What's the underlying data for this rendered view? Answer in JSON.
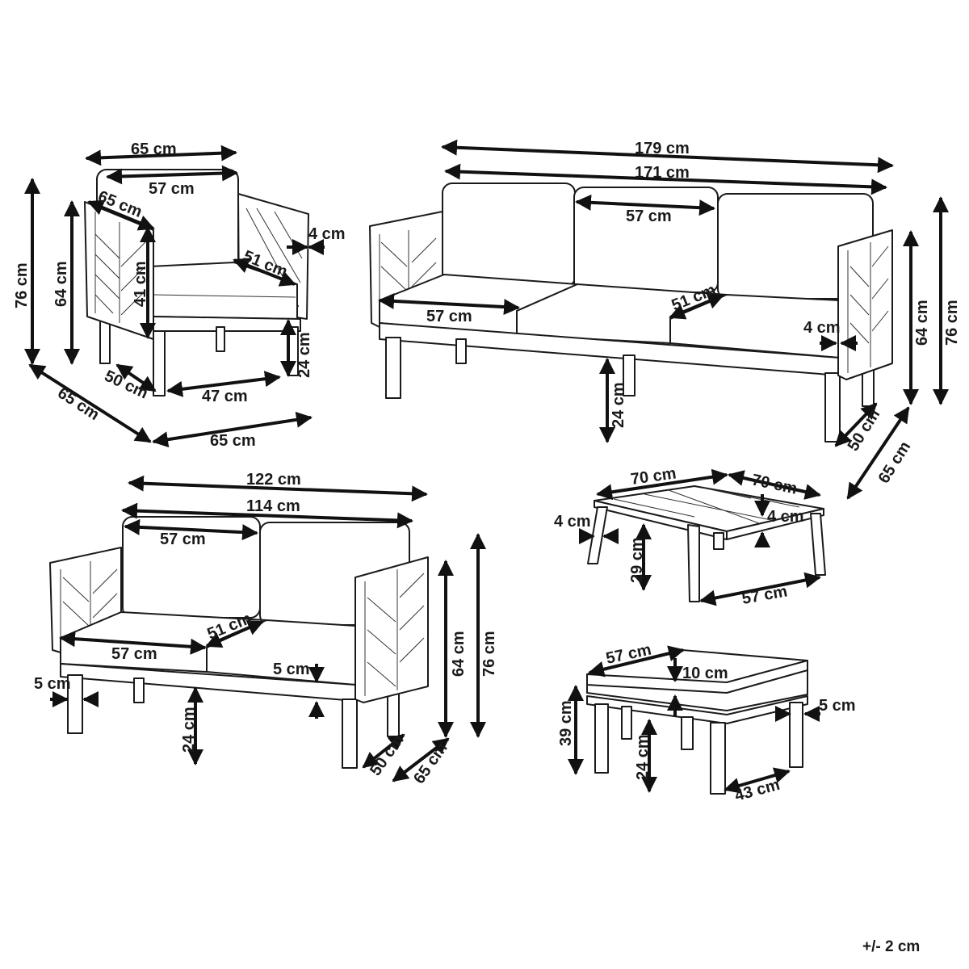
{
  "armchair": {
    "width_total": "65 cm",
    "width_inner": "57 cm",
    "depth_top": "65 cm",
    "backrest_height": "41 cm",
    "seat_depth": "51 cm",
    "arm_width": "4 cm",
    "height_total": "76 cm",
    "arm_height": "64 cm",
    "leg_height": "24 cm",
    "side_depth": "50 cm",
    "leg_span": "47 cm",
    "depth_bottom": "65 cm",
    "width_bottom": "65 cm"
  },
  "sofa3": {
    "width_total": "179 cm",
    "width_inner": "171 cm",
    "cushion_width_back": "57 cm",
    "cushion_width_seat": "57 cm",
    "seat_depth": "51 cm",
    "arm_width": "4 cm",
    "arm_height": "64 cm",
    "height_total": "76 cm",
    "leg_height": "24 cm",
    "side_depth": "50 cm",
    "depth_total": "65 cm"
  },
  "sofa2": {
    "width_total": "122 cm",
    "width_inner": "114 cm",
    "cushion_width_back": "57 cm",
    "seat_depth": "51 cm",
    "cushion_width_seat": "57 cm",
    "cushion_thickness": "5 cm",
    "arm_width": "5 cm",
    "leg_height": "24 cm",
    "arm_height": "64 cm",
    "height_total": "76 cm",
    "side_depth": "50 cm",
    "depth_total": "65 cm"
  },
  "table": {
    "width": "70 cm",
    "depth": "70 cm",
    "top_thickness_left": "4 cm",
    "top_thickness_right": "4 cm",
    "height": "29 cm",
    "leg_span": "57 cm"
  },
  "ottoman": {
    "cushion_width": "57 cm",
    "cushion_thickness": "10 cm",
    "frame_thickness": "5 cm",
    "height_total": "39 cm",
    "leg_height": "24 cm",
    "leg_span": "43 cm"
  },
  "tolerance": "+/- 2 cm"
}
